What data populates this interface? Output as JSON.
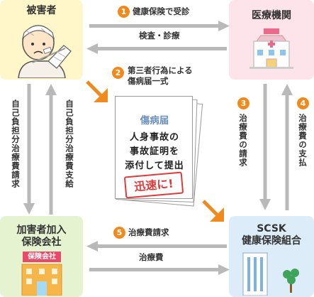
{
  "nodes": {
    "victim": "被害者",
    "hospital": "医療機関",
    "insurer_a": "加害者加入\n保険会社",
    "insurer_a_sign": "保険会社",
    "scsk_line1": "SCSK",
    "scsk_line2": "健康保険組合"
  },
  "steps": {
    "s1": {
      "num": "1",
      "label": "健康保険で受診"
    },
    "exam": "検査・診療",
    "s2": {
      "num": "2",
      "label_line1": "第三者行為による",
      "label_line2": "傷病届一式"
    },
    "s3": {
      "num": "3",
      "label": "治療費の請求"
    },
    "s4": {
      "num": "4",
      "label": "治療費の支払"
    },
    "s5": {
      "num": "5",
      "label": "治療費請求"
    },
    "fee": "治療費",
    "self_claim": "自己負担分治療費請求",
    "self_pay": "自己負担分治療費支給"
  },
  "document": {
    "title": "傷病届",
    "lines": [
      "人身事故の",
      "事故証明を",
      "添付して提出"
    ],
    "stamp": "迅速に!"
  },
  "colors": {
    "victim_bg": "#fff6c9",
    "hospital_bg": "#fde3ea",
    "insurer_bg": "#e5f3d1",
    "scsk_bg": "#dcedf9",
    "arrow_gray": "#b9b9b9",
    "accent_orange": "#f08a1d",
    "stamp_red": "#e2393a"
  }
}
